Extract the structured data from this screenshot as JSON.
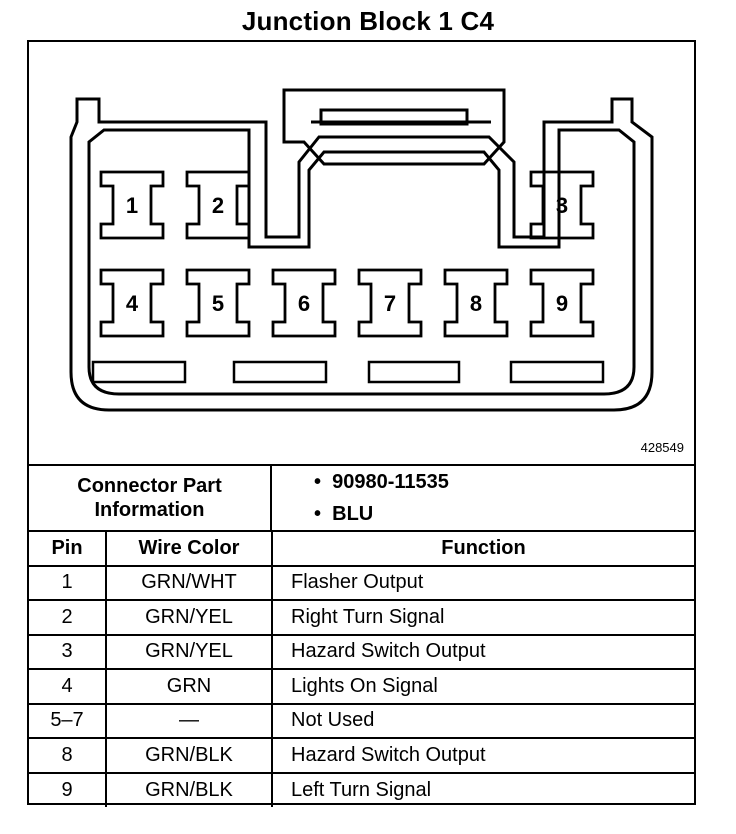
{
  "title": "Junction Block 1 C4",
  "figure_id": "428549",
  "connector": {
    "pins_shown": [
      "1",
      "2",
      "3",
      "4",
      "5",
      "6",
      "7",
      "8",
      "9"
    ]
  },
  "info": {
    "label_line1": "Connector Part",
    "label_line2": "Information",
    "items": [
      "90980-11535",
      "BLU"
    ]
  },
  "table": {
    "headers": [
      "Pin",
      "Wire Color",
      "Function"
    ],
    "rows": [
      {
        "pin": "1",
        "color": "GRN/WHT",
        "function": "Flasher Output"
      },
      {
        "pin": "2",
        "color": "GRN/YEL",
        "function": "Right Turn Signal"
      },
      {
        "pin": "3",
        "color": "GRN/YEL",
        "function": "Hazard Switch Output"
      },
      {
        "pin": "4",
        "color": "GRN",
        "function": "Lights On Signal"
      },
      {
        "pin": "5–7",
        "color": "—",
        "function": "Not Used"
      },
      {
        "pin": "8",
        "color": "GRN/BLK",
        "function": "Hazard Switch Output"
      },
      {
        "pin": "9",
        "color": "GRN/BLK",
        "function": "Left Turn Signal"
      }
    ]
  }
}
